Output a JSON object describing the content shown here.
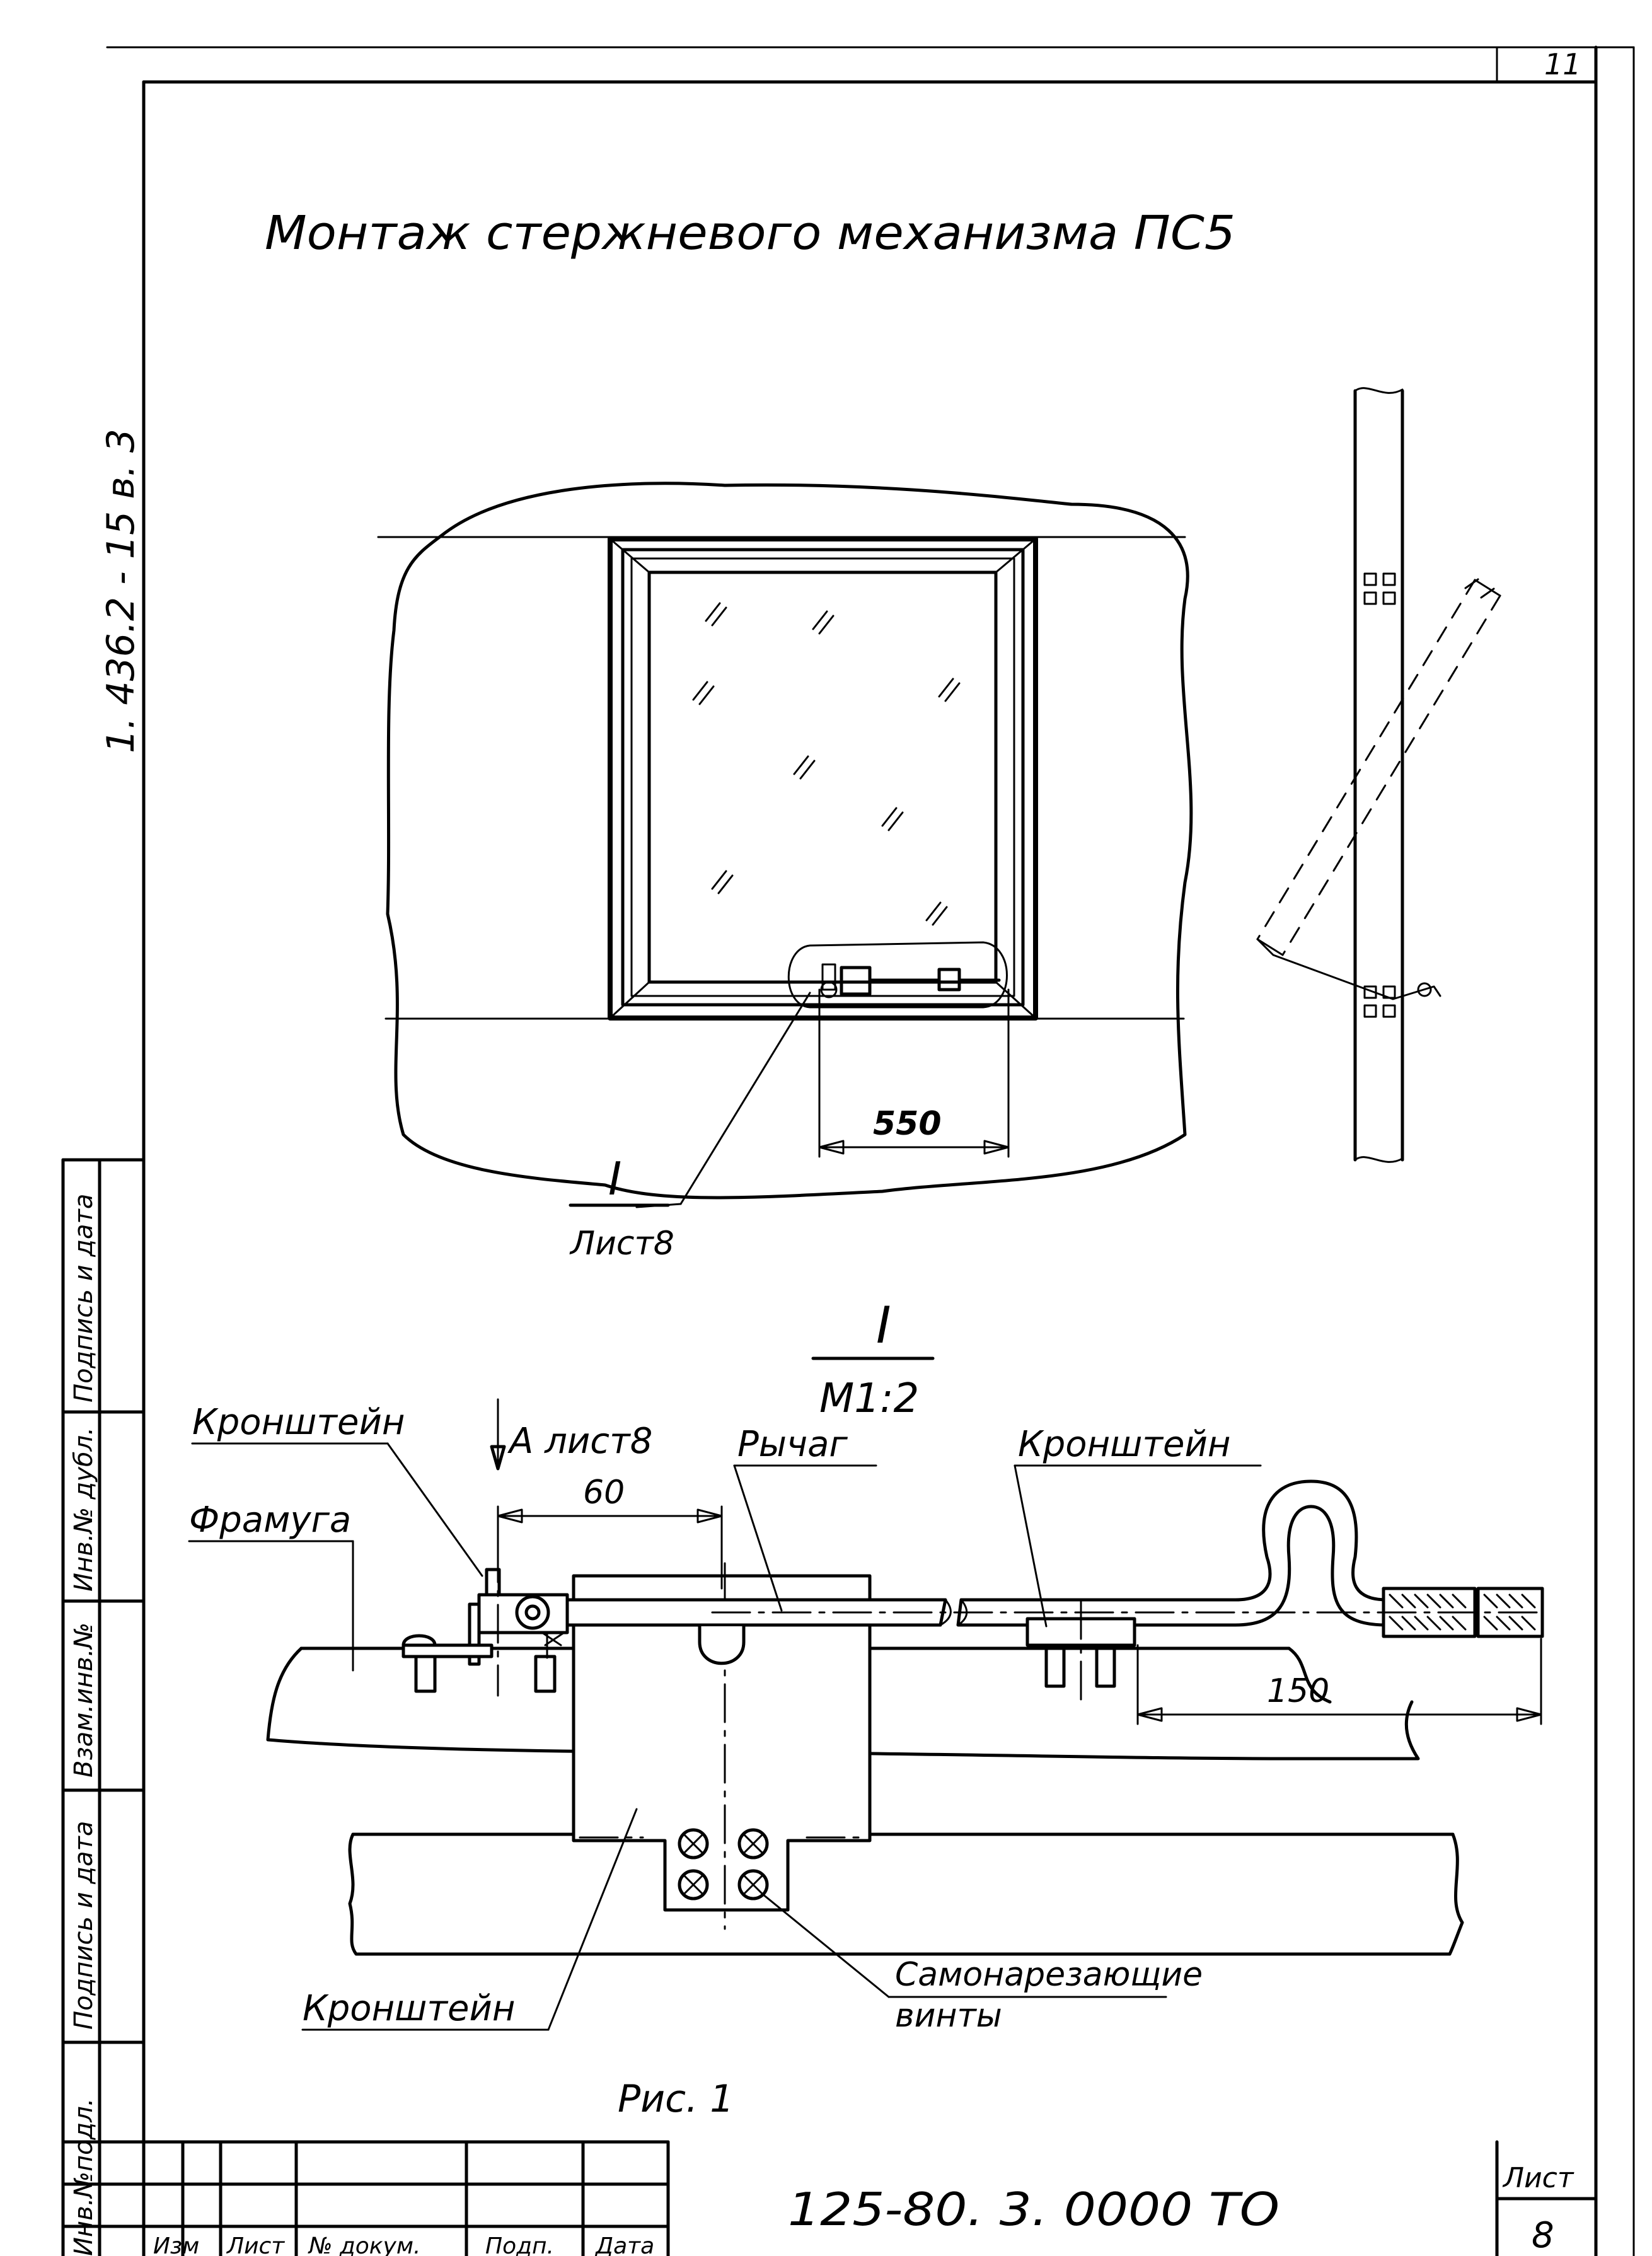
{
  "sheet": {
    "page_number": "11",
    "title": "Монтаж стержневого механизма ПС5",
    "series_code": "1. 436.2 - 15  в. 3",
    "figure_caption": "Рис. 1"
  },
  "upper_view": {
    "dimension_550": "550",
    "callout_mark": "I",
    "callout_sheet": "Лист8"
  },
  "detail_view": {
    "mark": "I",
    "scale": "М1:2",
    "view_ref": "А лист8",
    "dimension_60": "60",
    "dimension_150": "150",
    "labels": {
      "bracket_top_left": "Кронштейн",
      "transom": "Фрамуга",
      "lever": "Рычаг",
      "bracket_top_right": "Кронштейн",
      "bracket_bottom": "Кронштейн",
      "screws_line1": "Самонарезающие",
      "screws_line2": "винты"
    }
  },
  "side_stamp": {
    "cells": [
      "Взам.инв.№",
      "Инв.№ дубл.",
      "Подпись и дата",
      "Подпись и дата",
      "Инв.№подл."
    ]
  },
  "title_block": {
    "document_code": "125-80. 3. 0000 ТО",
    "sheet_label": "Лист",
    "sheet_number": "8",
    "columns": [
      "Изм",
      "Лист",
      "№ докум.",
      "Подп.",
      "Дата"
    ]
  }
}
